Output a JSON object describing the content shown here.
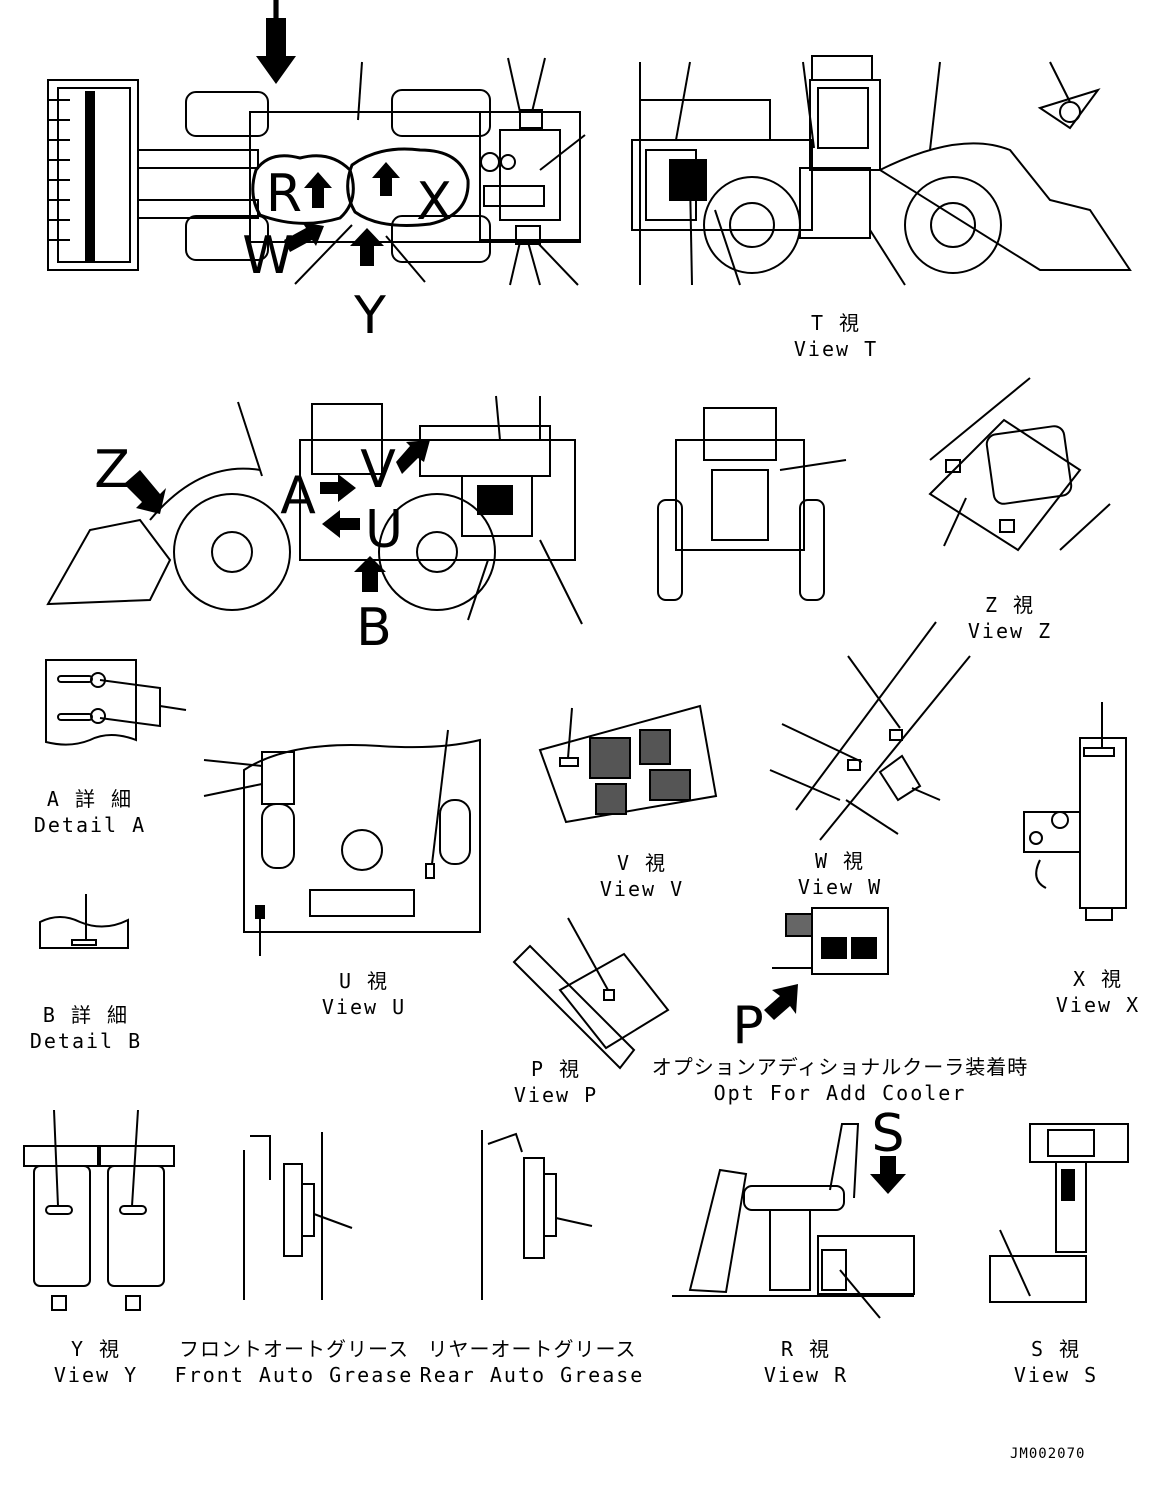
{
  "markers": {
    "T": "T",
    "R": "R",
    "X": "X",
    "W": "W",
    "Y": "Y",
    "Z": "Z",
    "A": "A",
    "V": "V",
    "U": "U",
    "B": "B",
    "P": "P",
    "S": "S"
  },
  "views": {
    "T": {
      "jp": "T  視",
      "en": "View T"
    },
    "Z": {
      "jp": "Z  視",
      "en": "View Z"
    },
    "A": {
      "jp": "A 詳 細",
      "en": "Detail A"
    },
    "B": {
      "jp": "B 詳 細",
      "en": "Detail B"
    },
    "U": {
      "jp": "U  視",
      "en": "View U"
    },
    "V": {
      "jp": "V  視",
      "en": "View V"
    },
    "W": {
      "jp": "W  視",
      "en": "View W"
    },
    "X": {
      "jp": "X  視",
      "en": "View X"
    },
    "P": {
      "jp": "P  視",
      "en": "View P"
    },
    "Y": {
      "jp": "Y  視",
      "en": "View Y"
    },
    "R": {
      "jp": "R  視",
      "en": "View R"
    },
    "S": {
      "jp": "S  視",
      "en": "View S"
    },
    "cooler": {
      "jp": "オプションアディショナルクーラ装着時",
      "en": "Opt For Add Cooler"
    },
    "front_grease": {
      "jp": "フロントオートグリース",
      "en": "Front Auto Grease"
    },
    "rear_grease": {
      "jp": "リヤーオートグリース",
      "en": "Rear Auto Grease"
    }
  },
  "drawing_code": "JM002070"
}
